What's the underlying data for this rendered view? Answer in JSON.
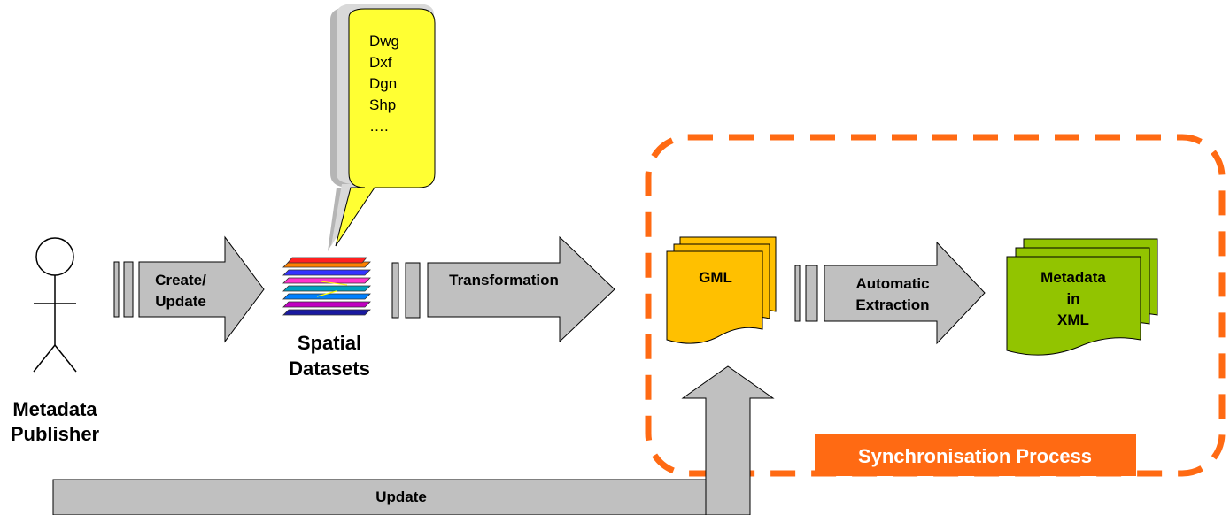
{
  "actor": {
    "line1": "Metadata",
    "line2": "Publisher"
  },
  "arrows": {
    "create_update": {
      "line1": "Create/",
      "line2": "Update"
    },
    "transformation": "Transformation",
    "automatic_extraction": {
      "line1": "Automatic",
      "line2": "Extraction"
    },
    "update": "Update"
  },
  "datasets": {
    "line1": "Spatial",
    "line2": "Datasets"
  },
  "bubble": {
    "items": [
      "Dwg",
      "Dxf",
      "Dgn",
      "Shp",
      "…."
    ]
  },
  "documents": {
    "gml": "GML",
    "metadata": {
      "line1": "Metadata",
      "line2": "in",
      "line3": "XML"
    }
  },
  "sync": {
    "label": "Synchronisation Process"
  },
  "colors": {
    "arrow_fill": "#c0c0c0",
    "gml_doc": "#ffc000",
    "metadata_doc": "#92c400",
    "sync_orange": "#ff6a13",
    "bubble_fill": "#ffff33"
  },
  "icons": {
    "actor": "stick-figure-icon",
    "datasets": "layer-stack-icon",
    "bubble": "callout-bubble-icon"
  }
}
